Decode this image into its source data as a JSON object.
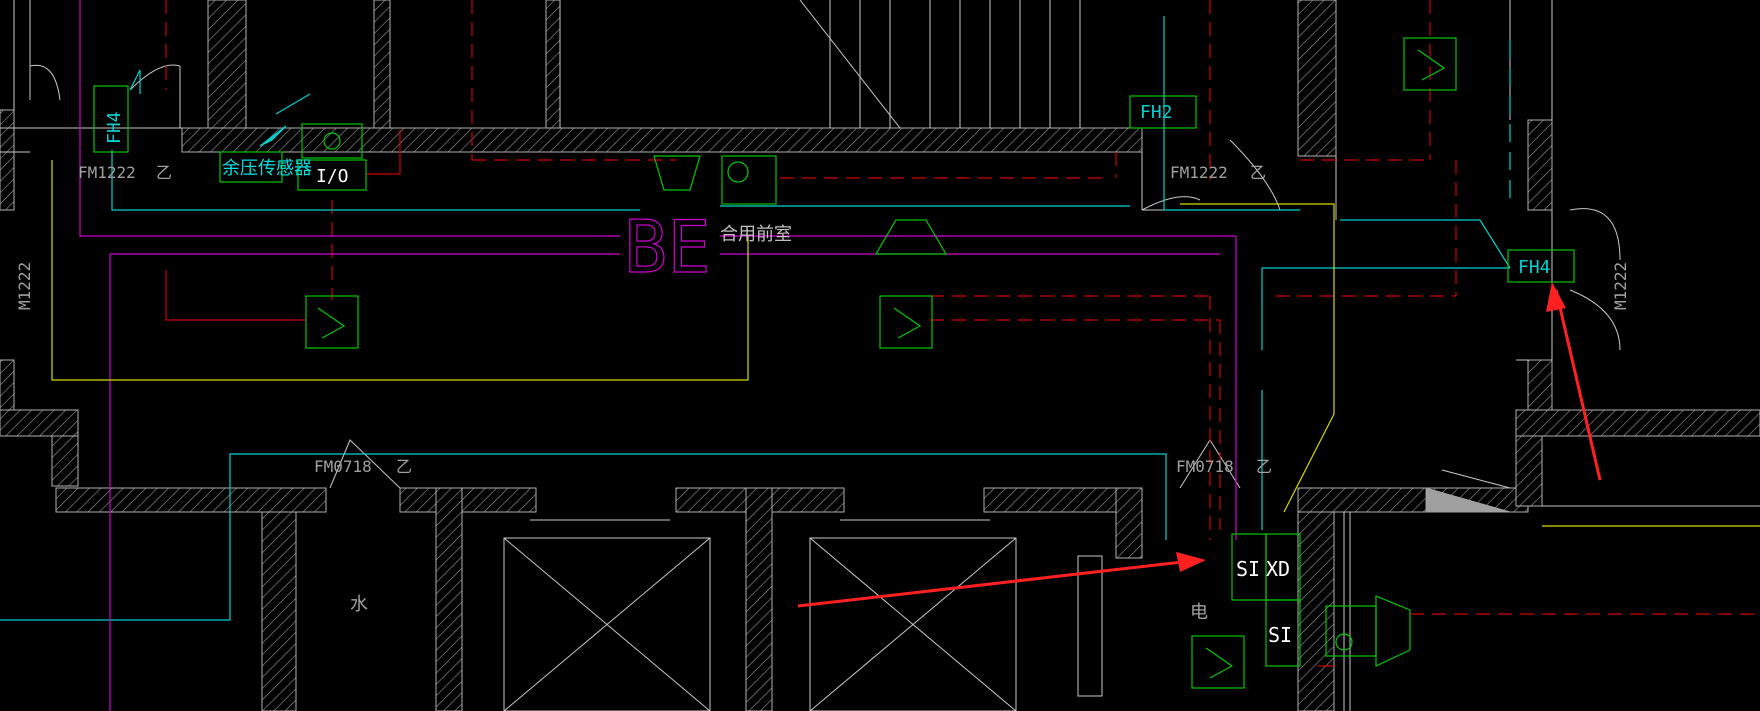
{
  "drawing": {
    "colors": {
      "background": "#000000",
      "wall": "#b0b0b0",
      "green": "#00c800",
      "cyan": "#00d8d8",
      "red": "#d00000",
      "magenta": "#d000d0",
      "yellow": "#d8d800",
      "white": "#e0e0e0",
      "arrow": "#ff2020"
    },
    "labels": {
      "fh4_left": "FH4",
      "fm1222_left": "FM1222",
      "yi_left": "乙",
      "pressure_sensor": "余压传感器",
      "io": "I/O",
      "m1222_left": "M1222",
      "be": "BE",
      "shared_anteroom": "合用前室",
      "fh2": "FH2",
      "fm1222_right": "FM1222",
      "yi_right": "乙",
      "fh4_right": "FH4",
      "m1222_right": "M1222",
      "fm0718_left": "FM0718",
      "yi_bottom_left": "乙",
      "fm0718_right": "FM0718",
      "yi_bottom_right": "乙",
      "water": "水",
      "electric": "电",
      "si_upper": "SI",
      "xd": "XD",
      "si_lower": "SI"
    }
  }
}
